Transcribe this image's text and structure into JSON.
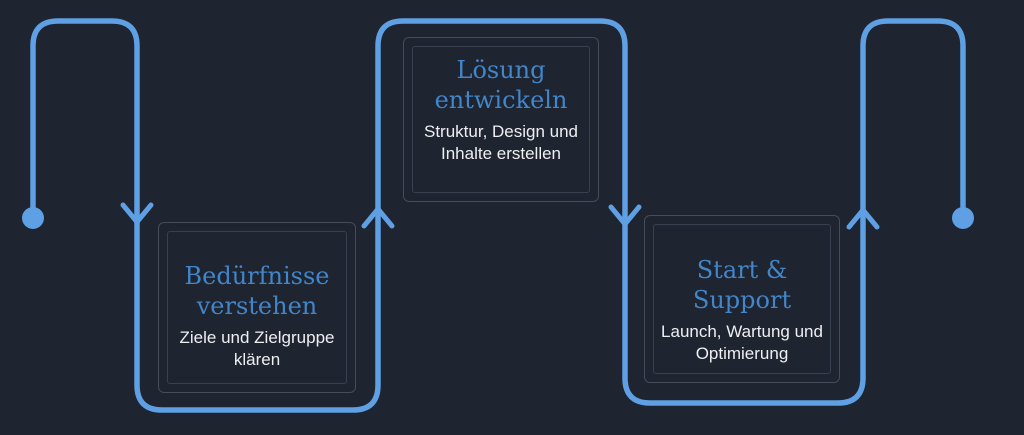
{
  "theme": {
    "background": "#1e2430",
    "line_color": "#5f9fe4",
    "title_color": "#4285c9",
    "subtitle_color": "#edeff1",
    "card_border_outer": "#454c5a",
    "card_border_inner": "#394050"
  },
  "steps": [
    {
      "title": "Bedürfnisse verstehen",
      "subtitle": "Ziele und Zielgruppe klären"
    },
    {
      "title": "Lösung entwickeln",
      "subtitle": "Struktur, Design und Inhalte erstellen"
    },
    {
      "title": "Start & Support",
      "subtitle": "Launch, Wartung und Optimierung"
    }
  ],
  "flow": {
    "start_marker": "dot",
    "end_marker": "dot",
    "direction_arrows": [
      "down",
      "up",
      "down",
      "up"
    ]
  }
}
